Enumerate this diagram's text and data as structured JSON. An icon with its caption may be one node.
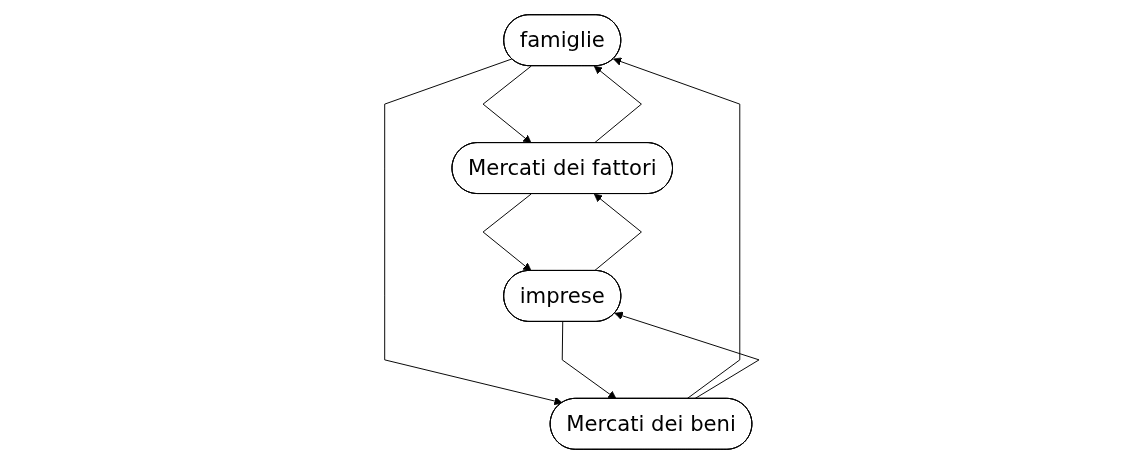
{
  "diagram": {
    "nodes": [
      {
        "text": [
          "famiglie"
        ]
      },
      {
        "text": [
          "Mercati dei fattori"
        ]
      },
      {
        "text": [
          "Mercati dei beni"
        ]
      },
      {
        "text": [
          "imprese"
        ]
      }
    ],
    "edges": [
      {
        "from": 0,
        "to": 1,
        "arrow": "to"
      },
      {
        "from": 1,
        "to": 0,
        "arrow": "to"
      },
      {
        "from": 0,
        "to": 2,
        "arrow": "to"
      },
      {
        "from": 2,
        "to": 0,
        "arrow": "to"
      },
      {
        "from": 1,
        "to": 3,
        "arrow": "to"
      },
      {
        "from": 3,
        "to": 1,
        "arrow": "to"
      },
      {
        "from": 3,
        "to": 2,
        "arrow": "to"
      },
      {
        "from": 2,
        "to": 3,
        "arrow": "to"
      }
    ]
  }
}
